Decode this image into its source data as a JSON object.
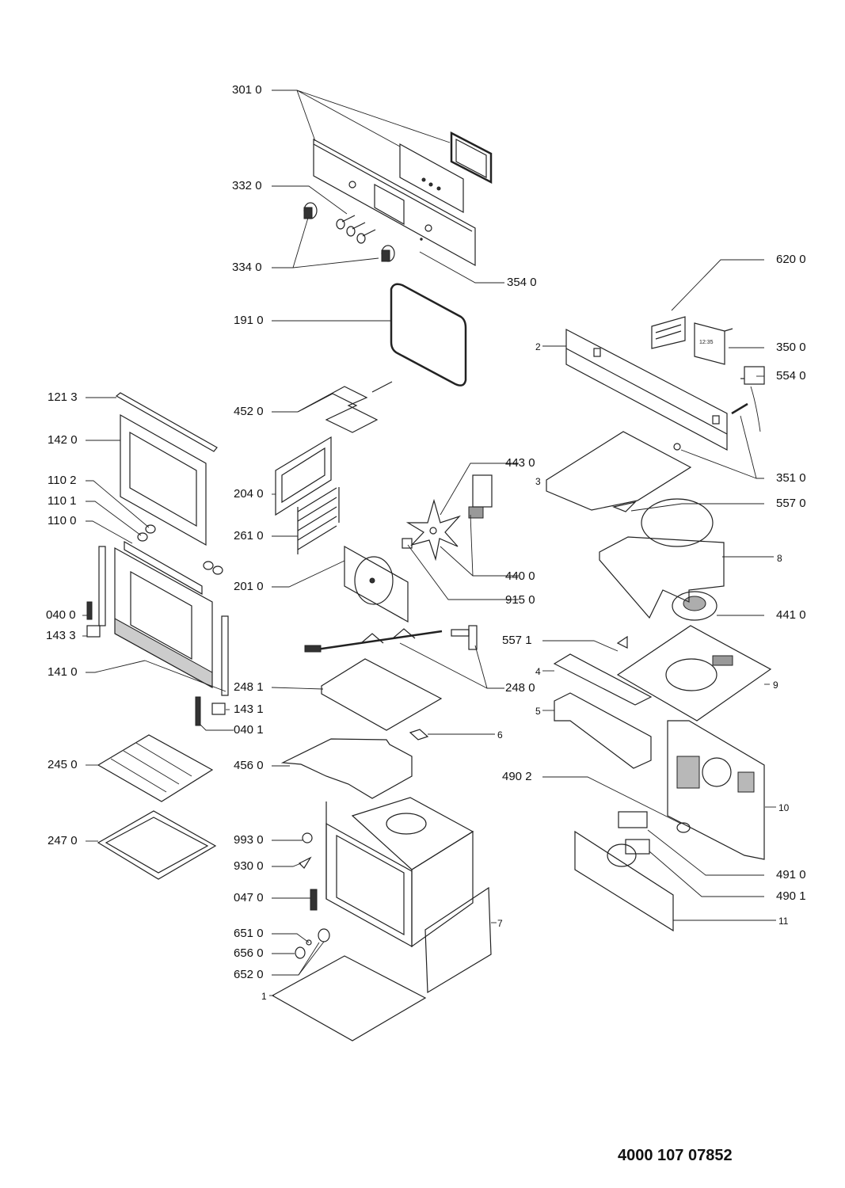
{
  "diagram": {
    "title": "Built-in oven exploded parts diagram",
    "document_number": "4000 107 07852",
    "part_labels": [
      {
        "id": "301-0",
        "text": "301 0"
      },
      {
        "id": "332-0",
        "text": "332 0"
      },
      {
        "id": "334-0",
        "text": "334 0"
      },
      {
        "id": "354-0",
        "text": "354 0"
      },
      {
        "id": "620-0",
        "text": "620 0"
      },
      {
        "id": "191-0",
        "text": "191 0"
      },
      {
        "id": "2",
        "text": "2"
      },
      {
        "id": "350-0",
        "text": "350 0"
      },
      {
        "id": "554-0",
        "text": "554 0"
      },
      {
        "id": "121-3",
        "text": "121 3"
      },
      {
        "id": "452-0",
        "text": "452 0"
      },
      {
        "id": "142-0",
        "text": "142 0"
      },
      {
        "id": "443-0",
        "text": "443 0"
      },
      {
        "id": "351-0",
        "text": "351 0"
      },
      {
        "id": "110-2",
        "text": "110 2"
      },
      {
        "id": "204-0",
        "text": "204 0"
      },
      {
        "id": "3",
        "text": "3"
      },
      {
        "id": "110-1",
        "text": "110 1"
      },
      {
        "id": "110-0",
        "text": "110 0"
      },
      {
        "id": "557-0",
        "text": "557 0"
      },
      {
        "id": "261-0",
        "text": "261 0"
      },
      {
        "id": "8",
        "text": "8"
      },
      {
        "id": "440-0",
        "text": "440 0"
      },
      {
        "id": "201-0",
        "text": "201 0"
      },
      {
        "id": "915-0",
        "text": "915 0"
      },
      {
        "id": "040-0",
        "text": "040 0"
      },
      {
        "id": "441-0",
        "text": "441 0"
      },
      {
        "id": "143-3",
        "text": "143 3"
      },
      {
        "id": "557-1",
        "text": "557 1"
      },
      {
        "id": "4",
        "text": "4"
      },
      {
        "id": "141-0",
        "text": "141 0"
      },
      {
        "id": "248-0",
        "text": "248 0"
      },
      {
        "id": "9",
        "text": "9"
      },
      {
        "id": "248-1",
        "text": "248 1"
      },
      {
        "id": "5",
        "text": "5"
      },
      {
        "id": "143-1",
        "text": "143 1"
      },
      {
        "id": "040-1",
        "text": "040 1"
      },
      {
        "id": "6",
        "text": "6"
      },
      {
        "id": "245-0",
        "text": "245 0"
      },
      {
        "id": "456-0",
        "text": "456 0"
      },
      {
        "id": "490-2",
        "text": "490 2"
      },
      {
        "id": "10",
        "text": "10"
      },
      {
        "id": "993-0",
        "text": "993 0"
      },
      {
        "id": "247-0",
        "text": "247 0"
      },
      {
        "id": "930-0",
        "text": "930 0"
      },
      {
        "id": "491-0",
        "text": "491 0"
      },
      {
        "id": "490-1",
        "text": "490 1"
      },
      {
        "id": "047-0",
        "text": "047 0"
      },
      {
        "id": "11",
        "text": "11"
      },
      {
        "id": "7",
        "text": "7"
      },
      {
        "id": "651-0",
        "text": "651 0"
      },
      {
        "id": "656-0",
        "text": "656 0"
      },
      {
        "id": "652-0",
        "text": "652 0"
      },
      {
        "id": "1",
        "text": "1"
      }
    ]
  }
}
